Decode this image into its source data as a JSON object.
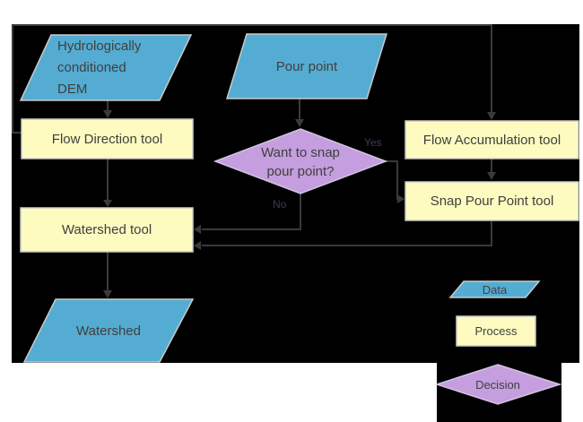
{
  "diagram": {
    "nodes": {
      "dem": {
        "label": "Hydrologically conditioned DEM",
        "type": "data"
      },
      "pour_point": {
        "label": "Pour point",
        "type": "data"
      },
      "flow_direction": {
        "label": "Flow Direction tool",
        "type": "process"
      },
      "flow_accumulation": {
        "label": "Flow Accumulation tool",
        "type": "process"
      },
      "snap_pour_point": {
        "label": "Snap Pour Point tool",
        "type": "process"
      },
      "decision": {
        "label": "Want to snap pour point?",
        "type": "decision"
      },
      "watershed_tool": {
        "label": "Watershed tool",
        "type": "process"
      },
      "watershed_output": {
        "label": "Watershed",
        "type": "data"
      }
    },
    "edge_labels": {
      "yes": "Yes",
      "no": "No"
    },
    "legend": {
      "data": "Data",
      "process": "Process",
      "decision": "Decision"
    }
  },
  "colors": {
    "canvas_background": "#000000",
    "data_fill": "#55acd2",
    "process_fill": "#fdfbc0",
    "decision_fill": "#c49ede",
    "connector": "#3a3a3a",
    "shape_border": "#c9c9c9",
    "node_text": "#3f3f3f"
  }
}
